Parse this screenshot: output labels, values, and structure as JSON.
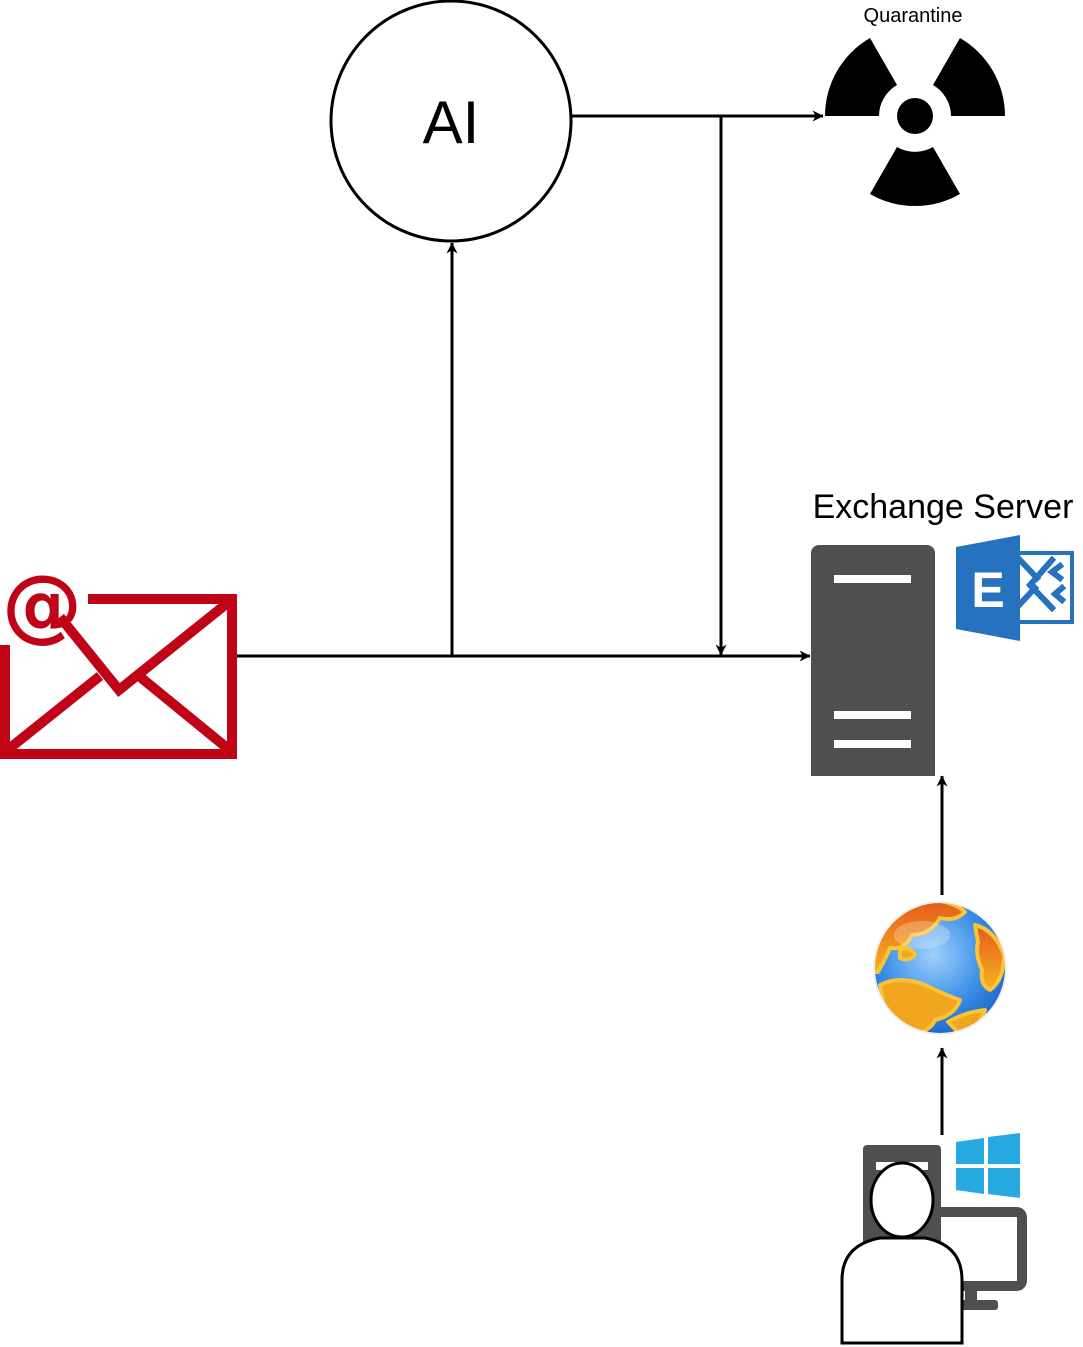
{
  "nodes": {
    "ai": {
      "label": "AI",
      "icon": "circle-node"
    },
    "quarantine": {
      "label": "Quarantine",
      "icon": "radiation-hazard-icon"
    },
    "exchange": {
      "label": "Exchange Server",
      "icon": "server-tower-icon",
      "badge": "E"
    },
    "email": {
      "label": "@",
      "icon": "email-envelope-icon"
    },
    "internet": {
      "icon": "globe-icon"
    },
    "user": {
      "icon": "windows-user-workstation-icon"
    }
  },
  "colors": {
    "email": "#c00418",
    "server": "#4f4f4f",
    "exchange_blue": "#2672be",
    "windows_blue": "#26aae1",
    "globe_ocean": "#2e8ae8",
    "globe_land": "#f2a51f",
    "line": "#000000"
  }
}
